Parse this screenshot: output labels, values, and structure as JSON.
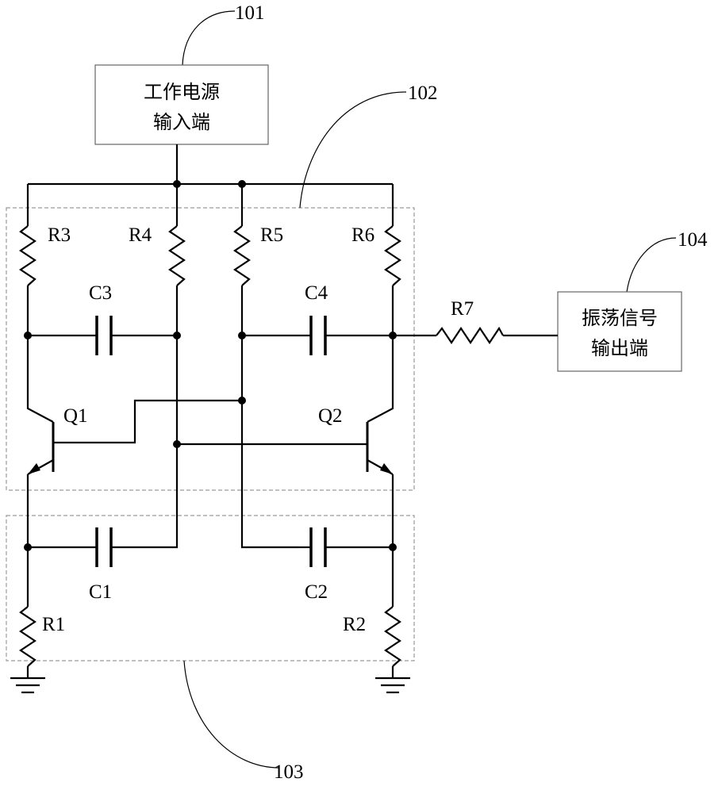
{
  "refs": {
    "power": "101",
    "multivibrator": "102",
    "emitter_network": "103",
    "output": "104"
  },
  "boxes": {
    "power_line1": "工作电源",
    "power_line2": "输入端",
    "output_line1": "振荡信号",
    "output_line2": "输出端"
  },
  "components": {
    "r1": "R1",
    "r2": "R2",
    "r3": "R3",
    "r4": "R4",
    "r5": "R5",
    "r6": "R6",
    "r7": "R7",
    "c1": "C1",
    "c2": "C2",
    "c3": "C3",
    "c4": "C4",
    "q1": "Q1",
    "q2": "Q2"
  }
}
